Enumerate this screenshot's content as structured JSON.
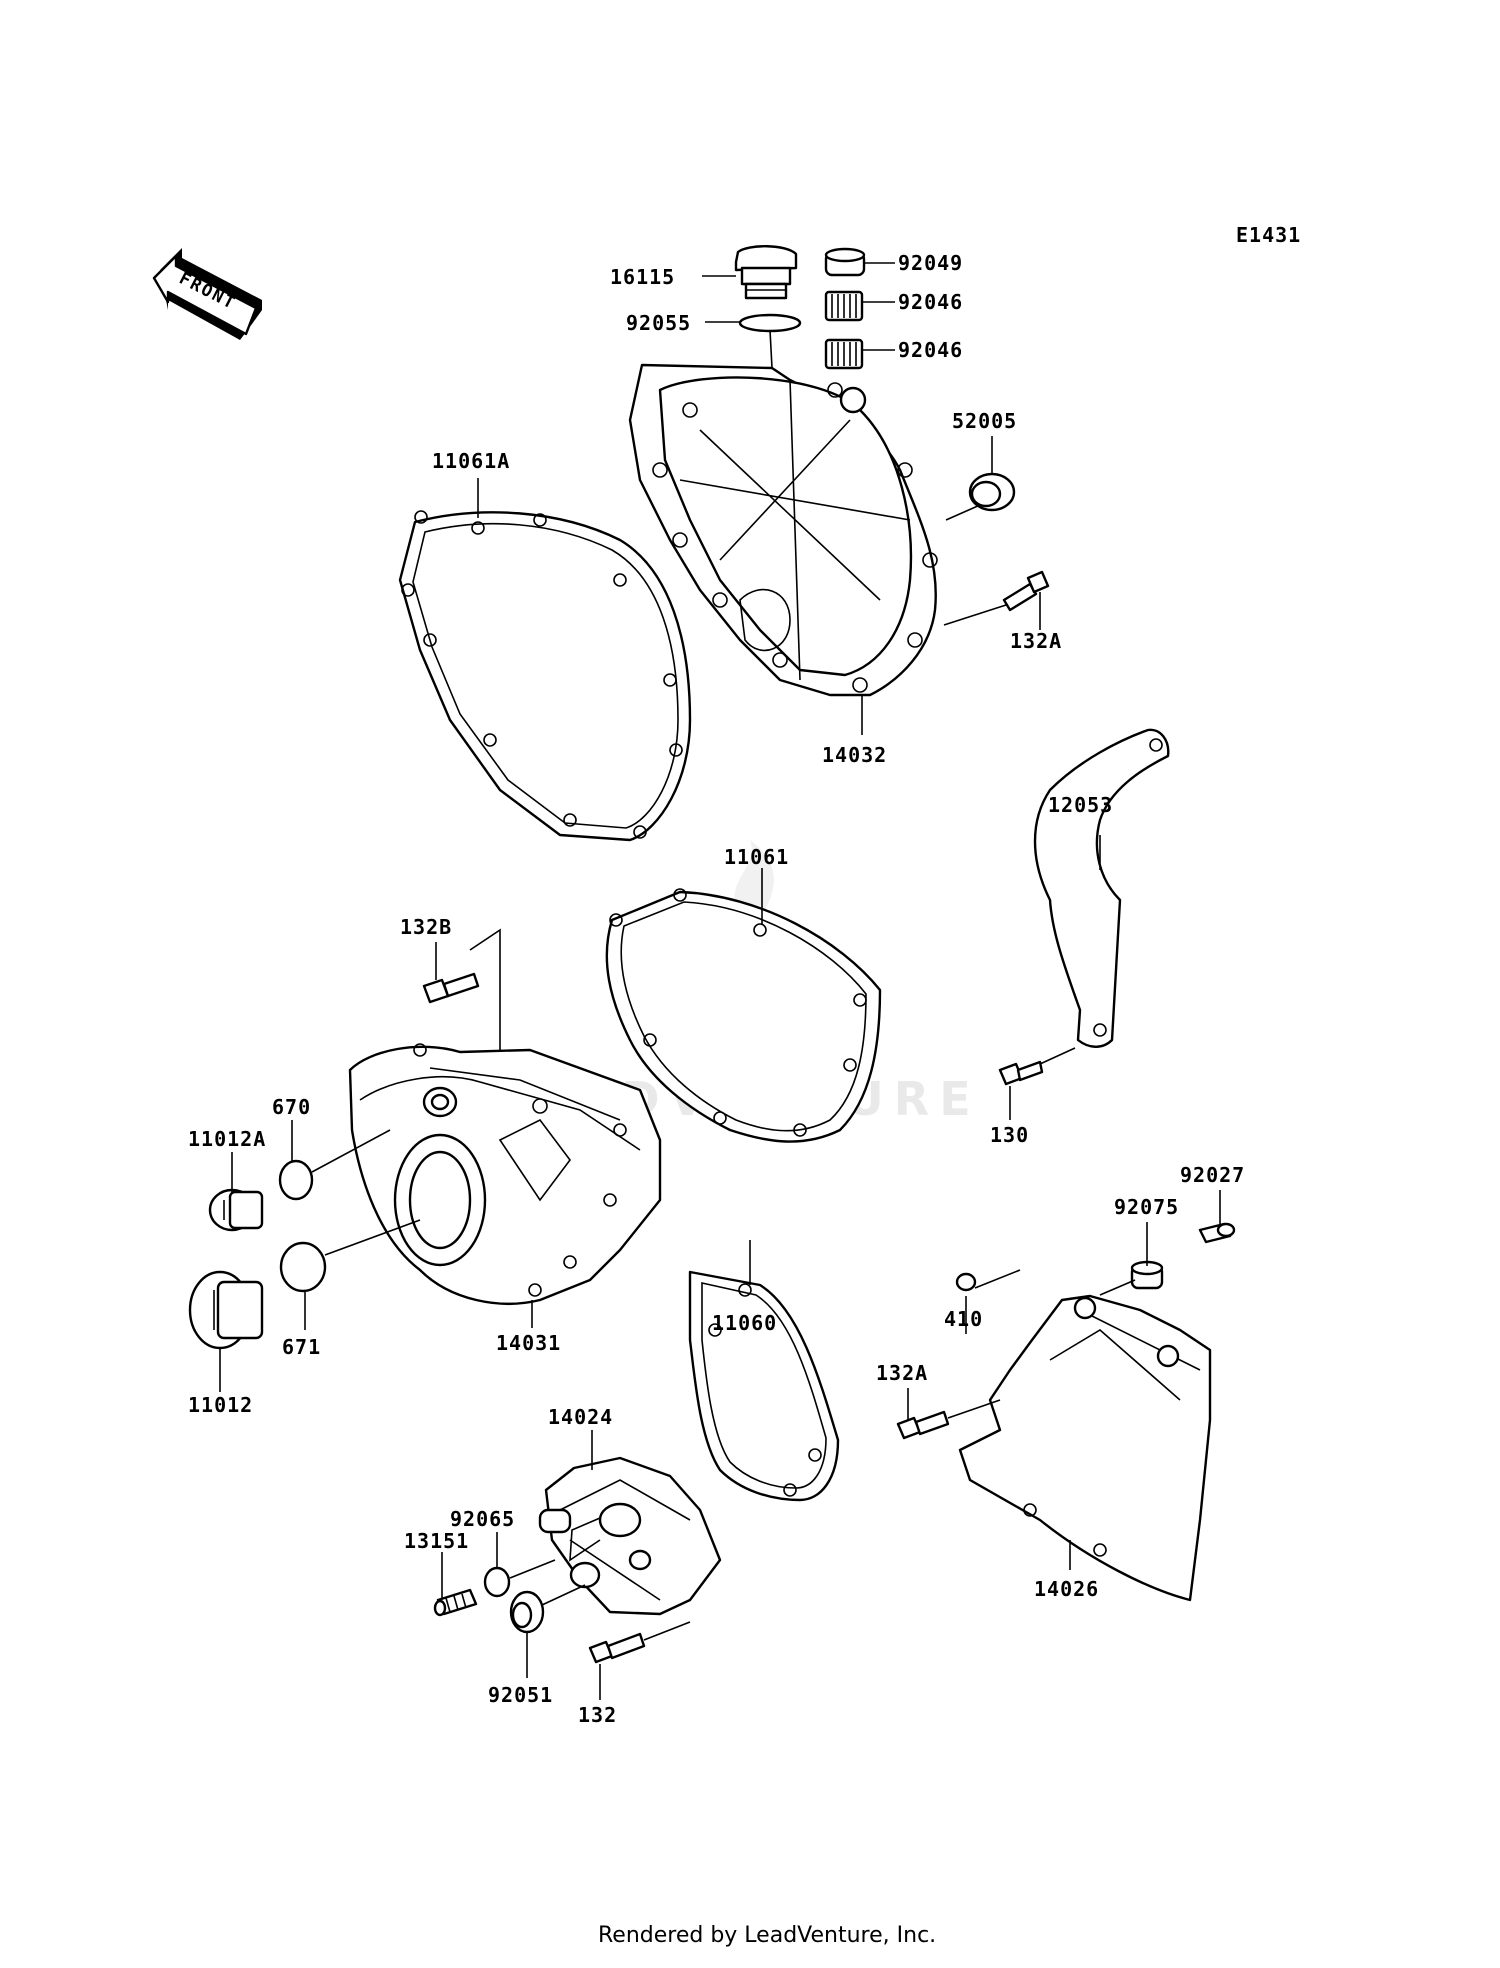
{
  "diagram": {
    "code": "E1431",
    "front_label": "FRONT",
    "watermark": "LEADVENTURE",
    "footer": "Rendered by LeadVenture, Inc."
  },
  "parts": {
    "p16115": "16115",
    "p92049": "92049",
    "p92046a": "92046",
    "p92046b": "92046",
    "p92055": "92055",
    "p52005": "52005",
    "p11061A": "11061A",
    "p132A_top": "132A",
    "p14032": "14032",
    "p12053": "12053",
    "p11061": "11061",
    "p132B": "132B",
    "p670": "670",
    "p11012A": "11012A",
    "p130": "130",
    "p92027": "92027",
    "p92075": "92075",
    "p671": "671",
    "p14031": "14031",
    "p11060": "11060",
    "p410": "410",
    "p132A_mid": "132A",
    "p11012": "11012",
    "p14024": "14024",
    "p92065": "92065",
    "p13151": "13151",
    "p14026": "14026",
    "p92051": "92051",
    "p132": "132"
  }
}
